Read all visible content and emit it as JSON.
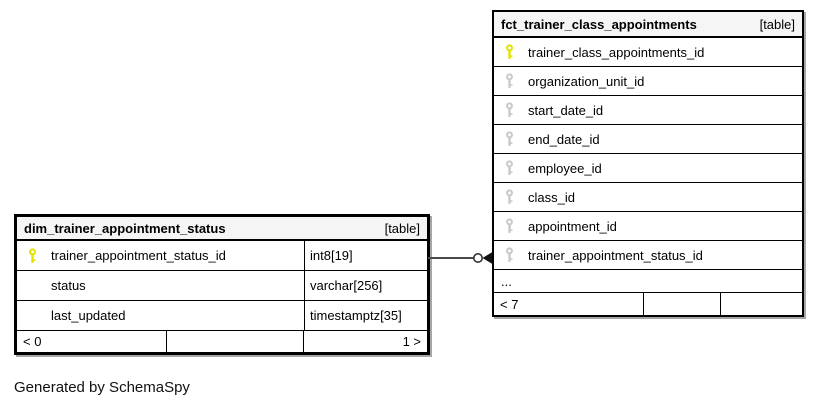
{
  "diagram": {
    "credit": "Generated by SchemaSpy"
  },
  "colors": {
    "primary_key": "#e2e200",
    "foreign_key": "#c9c9c9",
    "table_border": "#000000",
    "header_bg": "#f5f5f5",
    "relation_line": "#4a4a4a",
    "shadow": "#a6a6a6"
  },
  "tables": {
    "dim": {
      "name": "dim_trainer_appointment_status",
      "kind": "[table]",
      "columns": [
        {
          "name": "trainer_appointment_status_id",
          "type": "int8[19]",
          "key": "primary"
        },
        {
          "name": "status",
          "type": "varchar[256]",
          "key": "none"
        },
        {
          "name": "last_updated",
          "type": "timestamptz[35]",
          "key": "none"
        }
      ],
      "footer": {
        "left": "< 0",
        "middle": "",
        "right": "1 >"
      }
    },
    "fct": {
      "name": "fct_trainer_class_appointments",
      "kind": "[table]",
      "columns": [
        {
          "name": "trainer_class_appointments_id",
          "key": "primary"
        },
        {
          "name": "organization_unit_id",
          "key": "foreign"
        },
        {
          "name": "start_date_id",
          "key": "foreign"
        },
        {
          "name": "end_date_id",
          "key": "foreign"
        },
        {
          "name": "employee_id",
          "key": "foreign"
        },
        {
          "name": "class_id",
          "key": "foreign"
        },
        {
          "name": "appointment_id",
          "key": "foreign"
        },
        {
          "name": "trainer_appointment_status_id",
          "key": "foreign"
        }
      ],
      "ellipsis": "...",
      "footer": {
        "left": "< 7",
        "middle": "",
        "right": ""
      }
    }
  },
  "relationship": {
    "from_table": "dim_trainer_appointment_status",
    "from_column": "trainer_appointment_status_id",
    "to_table": "fct_trainer_class_appointments",
    "to_column": "trainer_appointment_status_id",
    "end_glyph": "circle-arrow"
  }
}
